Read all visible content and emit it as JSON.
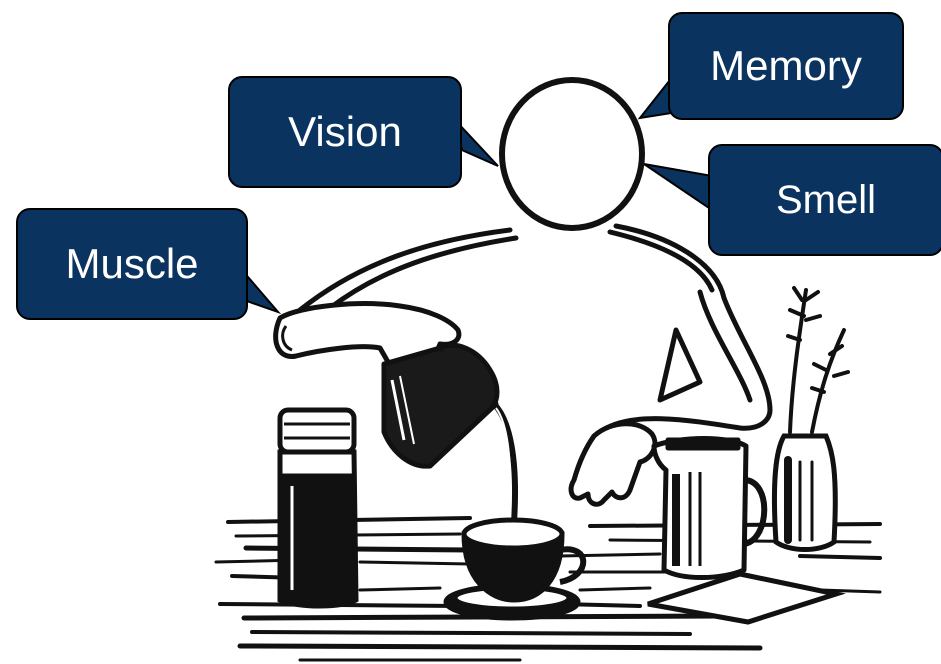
{
  "callouts": {
    "vision": "Vision",
    "memory": "Memory",
    "smell": "Smell",
    "muscle": "Muscle"
  },
  "colors": {
    "callout_fill": "#0b3360",
    "callout_text": "#ffffff",
    "ink": "#111111",
    "background": "#ffffff"
  }
}
